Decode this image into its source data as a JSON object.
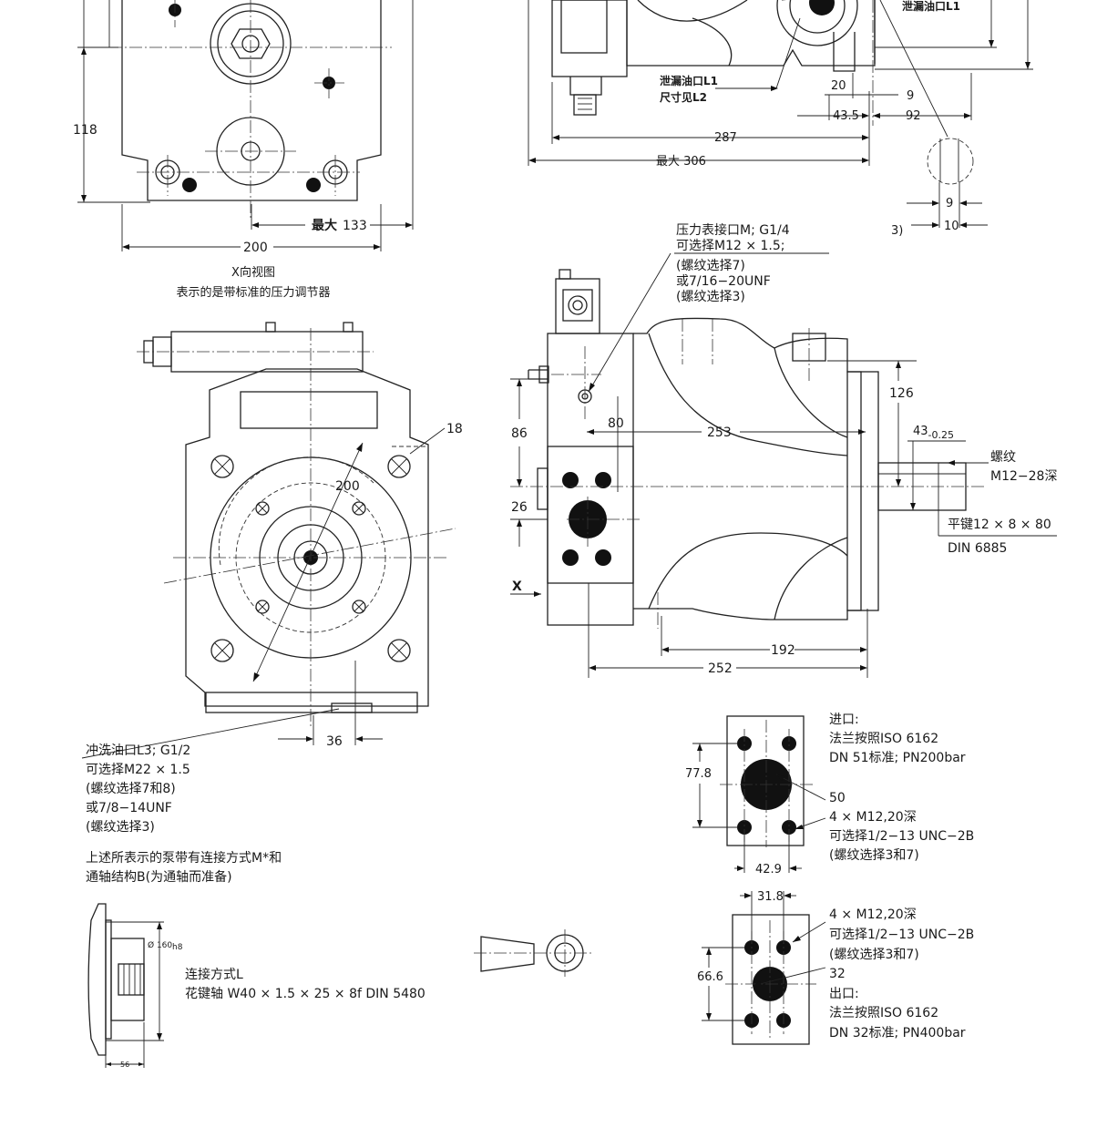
{
  "top_left": {
    "dim_118": "118",
    "dim_max_label": "最大",
    "dim_max_value": "133",
    "dim_200": "200"
  },
  "top_right": {
    "leak_port_top": "泄漏油口L1",
    "leak_port_label": "泄漏油口L1",
    "leak_port_note": "尺寸见L2",
    "dim_20": "20",
    "dim_9a": "9",
    "dim_43_5": "43.5",
    "dim_92": "92",
    "dim_287": "287",
    "dim_max306": "最大 306",
    "dim_9b": "9",
    "dim_10": "10",
    "note_3": "3)"
  },
  "x_view": {
    "title": "X向视图",
    "subtitle": "表示的是带标准的压力调节器",
    "dim_18": "18",
    "dim_200": "200",
    "dim_36": "36"
  },
  "flush_port": {
    "line1": "冲洗油口L3; G1/2",
    "line2": "可选择M22 × 1.5",
    "line3": "(螺纹选择7和8)",
    "line4": "或7/8−14UNF",
    "line5": "(螺纹选择3)"
  },
  "pump_note": {
    "line1": "上述所表示的泵带有连接方式M*和",
    "line2": "通轴结构B(为通轴而准备)"
  },
  "gauge_port": {
    "line1": "压力表接口M; G1/4",
    "line2": "可选择M12 × 1.5;",
    "line3": "(螺纹选择7)",
    "line4": "或7/16−20UNF",
    "line5": "(螺纹选择3)"
  },
  "side_view": {
    "dim_86": "86",
    "dim_80": "80",
    "dim_253": "253",
    "dim_126": "126",
    "dim_43": "43",
    "dim_43_tol": "-0.25",
    "dim_26": "26",
    "x_label": "X",
    "dim_192": "192",
    "dim_252": "252",
    "thread_label": "螺纹",
    "thread_spec": "M12−28深",
    "key_spec": "平键12 × 8 × 80",
    "key_std": "DIN 6885"
  },
  "inlet_flange": {
    "dim_77_8": "77.8",
    "dim_42_9": "42.9",
    "line1": "进口:",
    "line2": "法兰按照ISO 6162",
    "line3": "DN 51标准; PN200bar",
    "line4": "50",
    "line5": "4 × M12,20深",
    "line6": "可选择1/2−13 UNC−2B",
    "line7": "(螺纹选择3和7)"
  },
  "outlet_flange": {
    "dim_31_8": "31.8",
    "dim_66_6": "66.6",
    "line1": "4 × M12,20深",
    "line2": "可选择1/2−13 UNC−2B",
    "line3": "(螺纹选择3和7)",
    "line4": "32",
    "line5": "出口:",
    "line6": "法兰按照ISO 6162",
    "line7": "DN 32标准; PN400bar"
  },
  "shaft_l": {
    "dia": "Ø 160",
    "dia_fit": "h8",
    "dim_56": "56",
    "line1": "连接方式L",
    "line2": "花键轴 W40 × 1.5 × 25 × 8f DIN 5480"
  }
}
